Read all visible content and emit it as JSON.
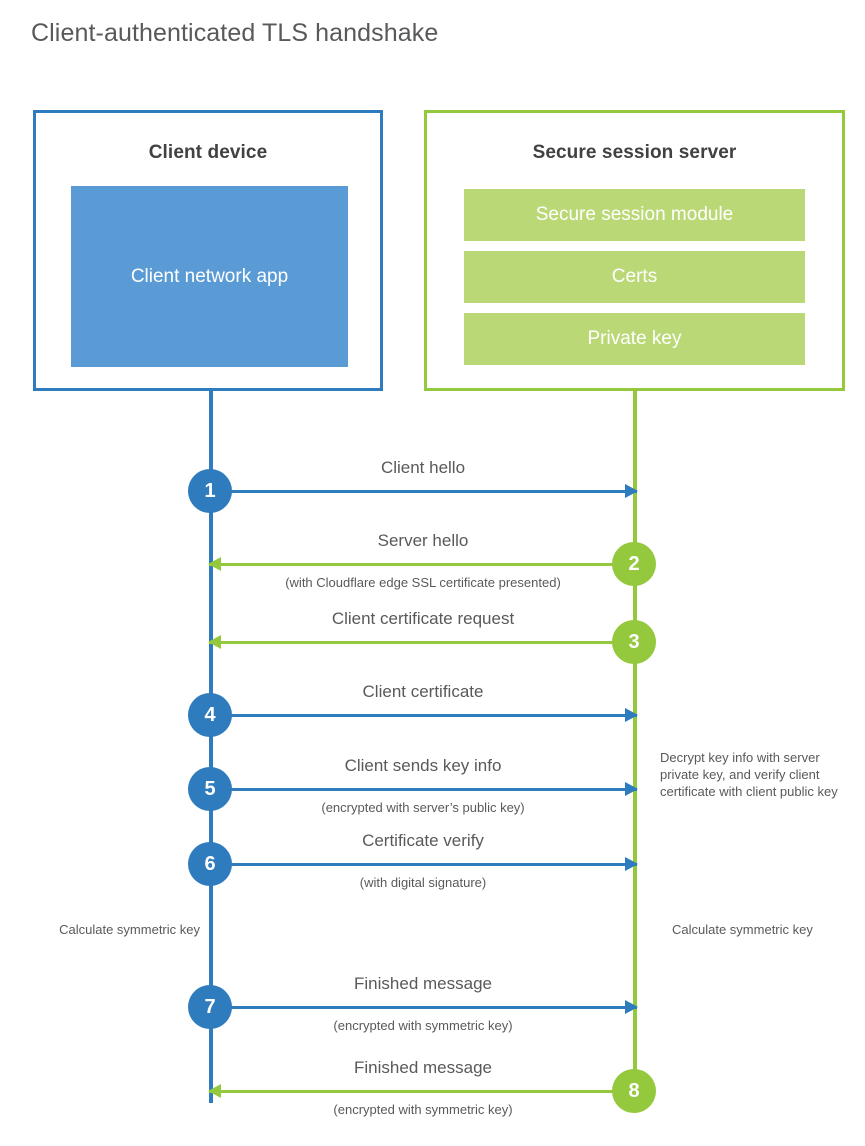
{
  "title": "Client-authenticated TLS handshake",
  "colors": {
    "blue_stroke": "#2E7CBD",
    "blue_fill": "#5B9BD5",
    "green_stroke": "#95C93D",
    "green_fill": "#BAD976",
    "text": "#58595b",
    "heading": "#414042"
  },
  "client": {
    "title": "Client device",
    "app_label": "Client network app"
  },
  "server": {
    "title": "Secure session server",
    "bars": [
      "Secure session module",
      "Certs",
      "Private key"
    ]
  },
  "steps": [
    {
      "number": "1",
      "direction": "right",
      "color": "blue",
      "label": "Client hello",
      "sublabel": ""
    },
    {
      "number": "2",
      "direction": "left",
      "color": "green",
      "label": "Server hello",
      "sublabel": "(with Cloudflare edge SSL certificate presented)"
    },
    {
      "number": "3",
      "direction": "left",
      "color": "green",
      "label": "Client certificate request",
      "sublabel": ""
    },
    {
      "number": "4",
      "direction": "right",
      "color": "blue",
      "label": "Client certificate",
      "sublabel": ""
    },
    {
      "number": "5",
      "direction": "right",
      "color": "blue",
      "label": "Client sends key info",
      "sublabel": "(encrypted with server’s public key)"
    },
    {
      "number": "6",
      "direction": "right",
      "color": "blue",
      "label": "Certificate verify",
      "sublabel": "(with digital signature)"
    },
    {
      "number": "7",
      "direction": "right",
      "color": "blue",
      "label": "Finished message",
      "sublabel": "(encrypted with symmetric key)"
    },
    {
      "number": "8",
      "direction": "left",
      "color": "green",
      "label": "Finished message",
      "sublabel": "(encrypted with symmetric key)"
    }
  ],
  "notes": {
    "server_decrypt": "Decrypt key info with server private key, and verify client certificate with client public key",
    "client_calculate": "Calculate symmetric key",
    "server_calculate": "Calculate symmetric key"
  }
}
